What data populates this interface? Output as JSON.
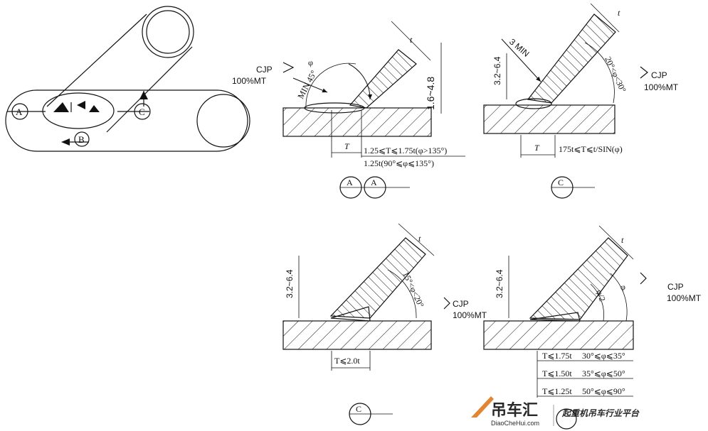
{
  "overview": {
    "labels": {
      "a": "A",
      "b": "B",
      "c": "C"
    }
  },
  "detail_a": {
    "cjp": "CJP",
    "mt": "100%MT",
    "phi": "φ",
    "min45": "MIN 45°",
    "t": "t",
    "T": "T",
    "gap": "1.6~4.8",
    "range1": "1.25⩽T⩽1.75t(φ>135°)",
    "range2": "1.25t(90°⩽φ⩽135°)",
    "callout": "A"
  },
  "detail_c1": {
    "min3": "3 MIN",
    "gap": "3.2~6.4",
    "t": "t",
    "angle": "20°<φ<30°",
    "cjp": "CJP",
    "mt": "100%MT",
    "T": "T",
    "range": "175t⩽T⩽t/SIN(φ)",
    "callout": "C"
  },
  "detail_c2": {
    "gap": "3.2~6.4",
    "t": "t",
    "angle": "15°<φ<20°",
    "cjp": "CJP",
    "mt": "100%MT",
    "range": "T⩽2.0t",
    "callout": "C"
  },
  "detail_d": {
    "gap": "3.2~6.4",
    "t": "t",
    "phi": "φ",
    "phi2": "φ/2",
    "cjp": "CJP",
    "mt": "100%MT",
    "rows": [
      {
        "T": "T⩽1.75t",
        "phi": "30°⩽φ⩽35°"
      },
      {
        "T": "T⩽1.50t",
        "phi": "35°⩽φ⩽50°"
      },
      {
        "T": "T⩽1.25t",
        "phi": "50°⩽φ⩽90°"
      }
    ]
  },
  "watermark": {
    "brand": "吊车汇",
    "site": "DiaoCheHui.com",
    "slogan": "起重机吊车行业平台"
  }
}
